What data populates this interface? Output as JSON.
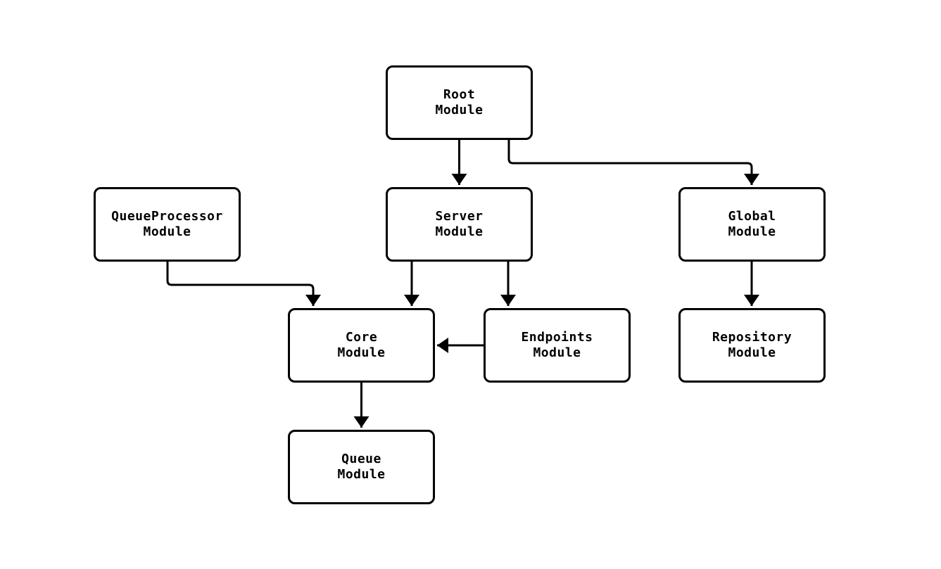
{
  "diagram": {
    "type": "module-dependency-graph",
    "colors": {
      "background": "#ffffff",
      "node_fill": "#ffffff",
      "node_border": "#000000",
      "edge_stroke": "#000000",
      "label_text": "#000000"
    },
    "nodes": [
      {
        "id": "root",
        "label": "Root\nModule"
      },
      {
        "id": "queueprocessor",
        "label": "QueueProcessor\nModule"
      },
      {
        "id": "server",
        "label": "Server\nModule"
      },
      {
        "id": "global",
        "label": "Global\nModule"
      },
      {
        "id": "core",
        "label": "Core\nModule"
      },
      {
        "id": "endpoints",
        "label": "Endpoints\nModule"
      },
      {
        "id": "repository",
        "label": "Repository\nModule"
      },
      {
        "id": "queue",
        "label": "Queue\nModule"
      }
    ],
    "edges": [
      {
        "from": "root",
        "to": "server"
      },
      {
        "from": "root",
        "to": "global"
      },
      {
        "from": "queueprocessor",
        "to": "core"
      },
      {
        "from": "server",
        "to": "core"
      },
      {
        "from": "server",
        "to": "endpoints"
      },
      {
        "from": "endpoints",
        "to": "core"
      },
      {
        "from": "global",
        "to": "repository"
      },
      {
        "from": "core",
        "to": "queue"
      }
    ]
  }
}
